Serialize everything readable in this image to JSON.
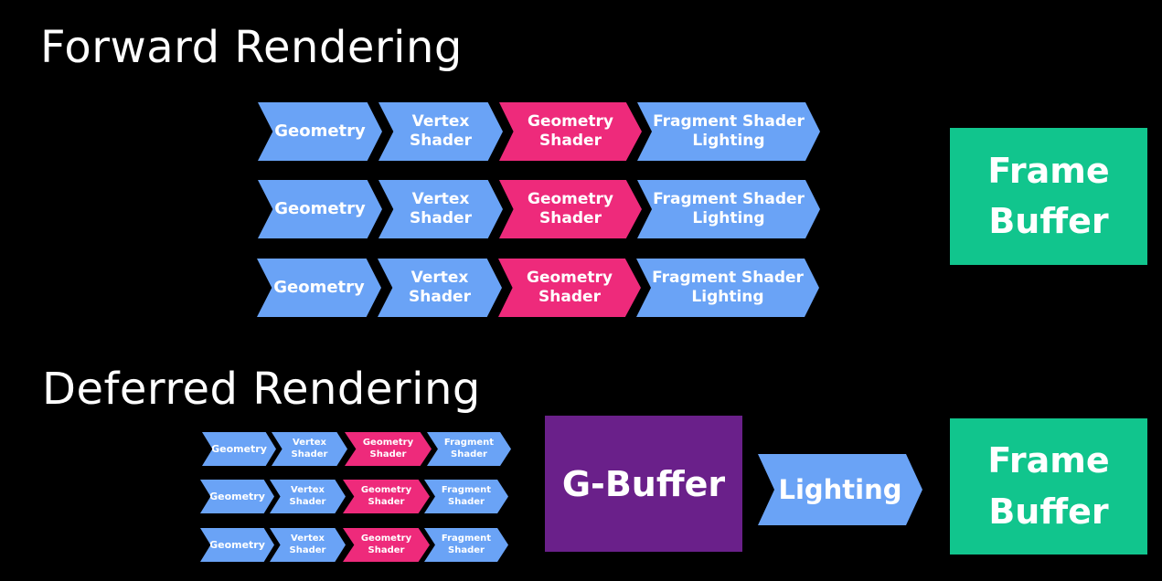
{
  "forward": {
    "title": "Forward Rendering",
    "rows": [
      {
        "geometry": "Geometry",
        "vertex_line1": "Vertex",
        "vertex_line2": "Shader",
        "geom_shader_line1": "Geometry",
        "geom_shader_line2": "Shader",
        "fragment_line1": "Fragment Shader",
        "fragment_line2": "Lighting"
      },
      {
        "geometry": "Geometry",
        "vertex_line1": "Vertex",
        "vertex_line2": "Shader",
        "geom_shader_line1": "Geometry",
        "geom_shader_line2": "Shader",
        "fragment_line1": "Fragment Shader",
        "fragment_line2": "Lighting"
      },
      {
        "geometry": "Geometry",
        "vertex_line1": "Vertex",
        "vertex_line2": "Shader",
        "geom_shader_line1": "Geometry",
        "geom_shader_line2": "Shader",
        "fragment_line1": "Fragment Shader",
        "fragment_line2": "Lighting"
      }
    ],
    "frame_buffer_line1": "Frame",
    "frame_buffer_line2": "Buffer"
  },
  "deferred": {
    "title": "Deferred Rendering",
    "rows": [
      {
        "geometry": "Geometry",
        "vertex_line1": "Vertex",
        "vertex_line2": "Shader",
        "geom_shader_line1": "Geometry",
        "geom_shader_line2": "Shader",
        "fragment_line1": "Fragment",
        "fragment_line2": "Shader"
      },
      {
        "geometry": "Geometry",
        "vertex_line1": "Vertex",
        "vertex_line2": "Shader",
        "geom_shader_line1": "Geometry",
        "geom_shader_line2": "Shader",
        "fragment_line1": "Fragment",
        "fragment_line2": "Shader"
      },
      {
        "geometry": "Geometry",
        "vertex_line1": "Vertex",
        "vertex_line2": "Shader",
        "geom_shader_line1": "Geometry",
        "geom_shader_line2": "Shader",
        "fragment_line1": "Fragment",
        "fragment_line2": "Shader"
      }
    ],
    "gbuffer": "G-Buffer",
    "lighting": "Lighting",
    "frame_buffer_line1": "Frame",
    "frame_buffer_line2": "Buffer"
  },
  "colors": {
    "background": "#000000",
    "stage_blue": "#6aa3f6",
    "stage_pink": "#ee2a7b",
    "frame_buffer_green": "#11c58d",
    "gbuffer_purple": "#6a208a"
  }
}
